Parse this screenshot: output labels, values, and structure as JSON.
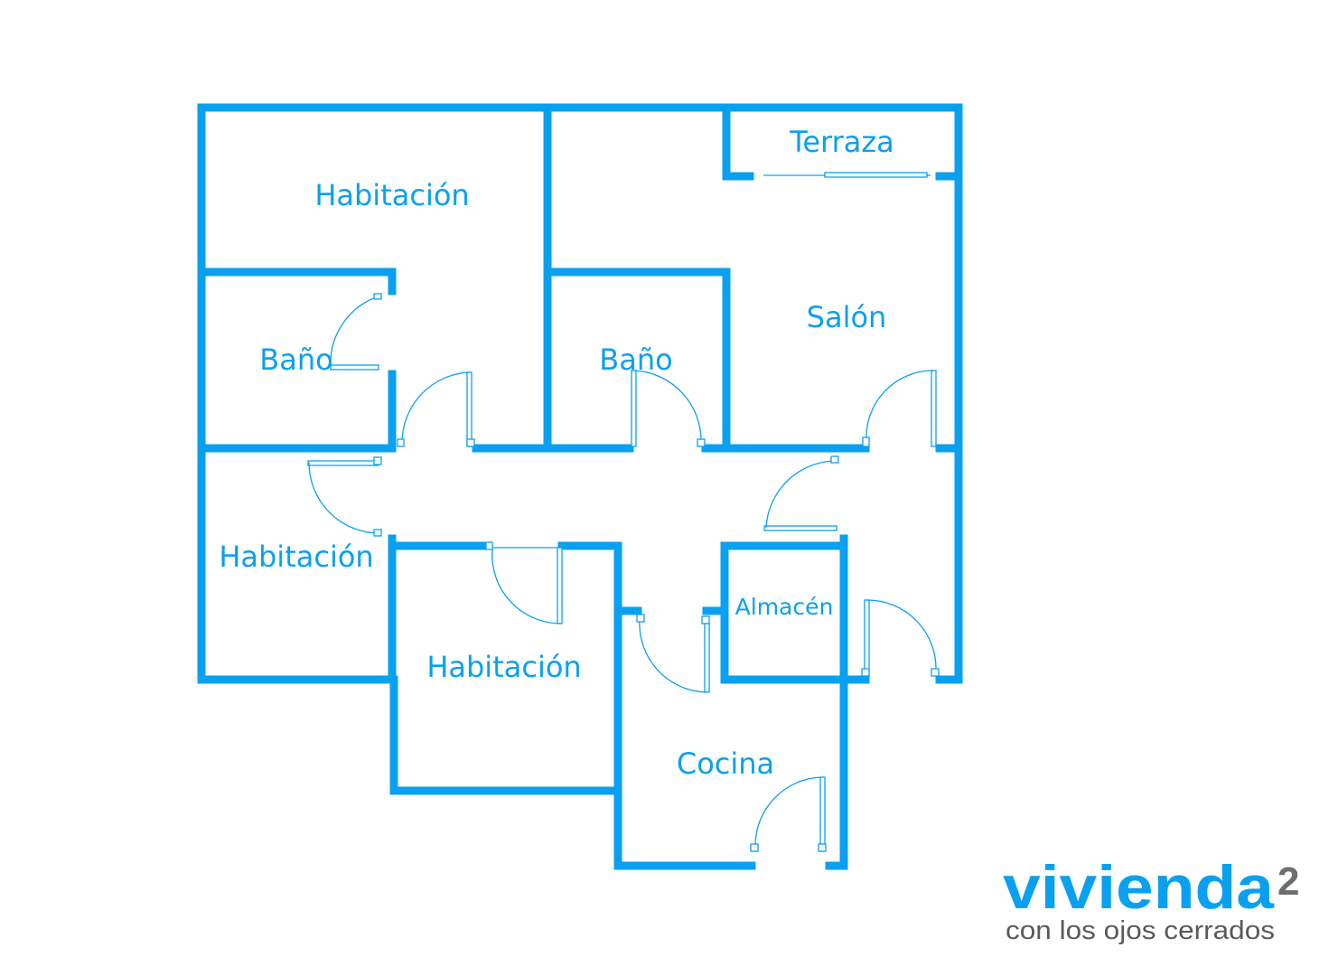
{
  "colors": {
    "walls": "#0aa0f0",
    "logo_brand": "#0aa0f0",
    "logo_gray": "#5a5a5a"
  },
  "rooms": [
    {
      "id": "habitacion-1",
      "label": "Habitación"
    },
    {
      "id": "terraza",
      "label": "Terraza"
    },
    {
      "id": "bano-1",
      "label": "Baño"
    },
    {
      "id": "bano-2",
      "label": "Baño"
    },
    {
      "id": "salon",
      "label": "Salón"
    },
    {
      "id": "habitacion-2",
      "label": "Habitación"
    },
    {
      "id": "habitacion-3",
      "label": "Habitación"
    },
    {
      "id": "almacen",
      "label": "Almacén"
    },
    {
      "id": "cocina",
      "label": "Cocina"
    }
  ],
  "logo": {
    "word": "vivienda",
    "superscript": "2",
    "tagline": "con los ojos cerrados"
  }
}
